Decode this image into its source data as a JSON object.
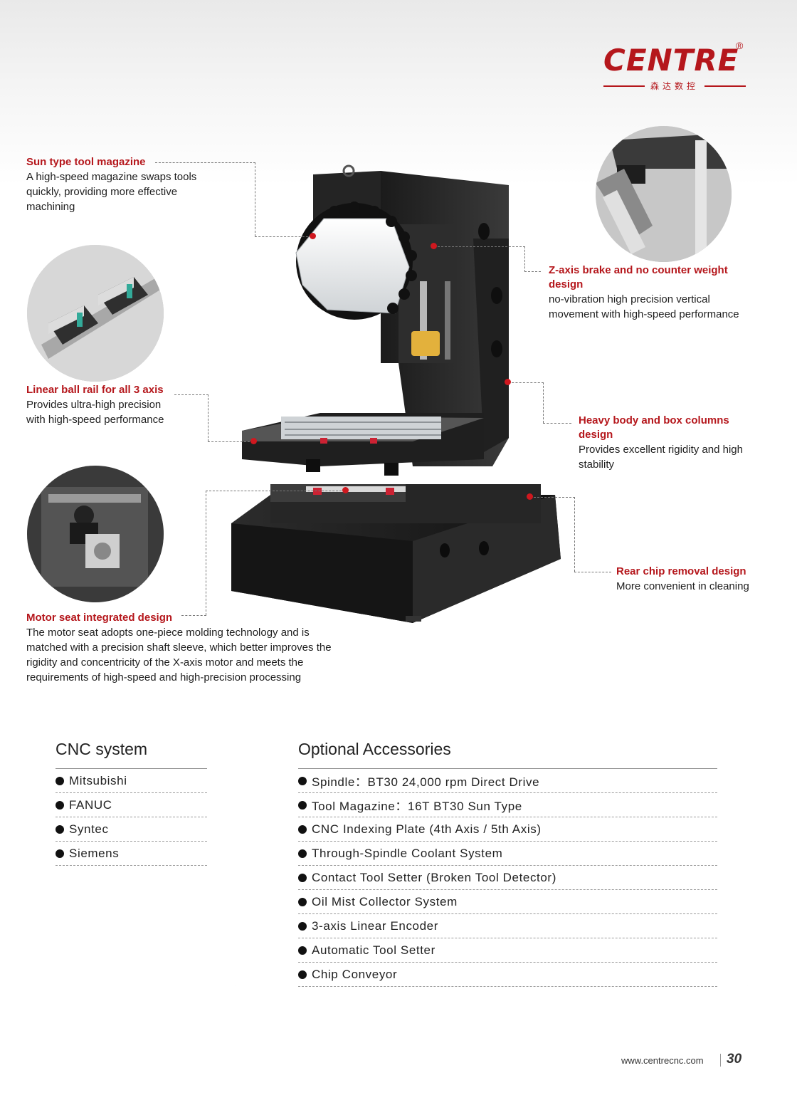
{
  "brand": {
    "logo": "CENTRE",
    "registered": "®",
    "subtitle": "森达数控"
  },
  "callouts": {
    "sun_type": {
      "title": "Sun type tool magazine",
      "desc": "A high-speed magazine swaps tools quickly, providing more effective machining"
    },
    "linear_rail": {
      "title": "Linear ball rail for all 3 axis",
      "desc": "Provides ultra-high precision with high-speed performance"
    },
    "motor_seat": {
      "title": "Motor seat integrated design",
      "desc": "The motor seat adopts one-piece molding technology and is matched with a precision shaft sleeve, which better improves the rigidity and concentricity of the X-axis motor and meets the requirements of high-speed and high-precision processing"
    },
    "z_axis": {
      "title": "Z-axis brake and no counter weight design",
      "desc": "no-vibration high precision vertical movement with high-speed performance"
    },
    "heavy_body": {
      "title": "Heavy body and box columns design",
      "desc": "Provides excellent rigidity and high stability"
    },
    "rear_chip": {
      "title": "Rear chip removal design",
      "desc": "More convenient in cleaning"
    }
  },
  "cnc_system": {
    "heading": "CNC system",
    "items": [
      "Mitsubishi",
      "FANUC",
      "Syntec",
      "Siemens"
    ]
  },
  "accessories": {
    "heading": "Optional Accessories",
    "items": [
      "Spindle：BT30 24,000 rpm Direct Drive",
      "Tool Magazine：16T BT30 Sun Type",
      "CNC Indexing Plate (4th Axis / 5th Axis)",
      "Through-Spindle Coolant System",
      "Contact Tool Setter (Broken Tool Detector)",
      "Oil Mist Collector System",
      "3-axis Linear Encoder",
      "Automatic Tool Setter",
      "Chip Conveyor"
    ]
  },
  "footer": {
    "url": "www.centrecnc.com",
    "page": "30"
  },
  "colors": {
    "accent": "#b5171c",
    "text": "#1e1e1e"
  }
}
